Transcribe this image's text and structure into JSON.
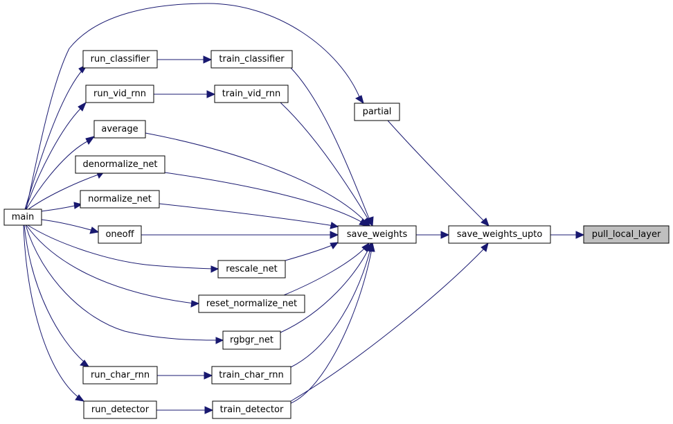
{
  "graph": {
    "colors": {
      "edge": "#191970",
      "node_border": "#000000",
      "highlight_fill": "#bfbfbf"
    },
    "nodes": {
      "main": "main",
      "run_classifier": "run_classifier",
      "train_classifier": "train_classifier",
      "run_vid_rnn": "run_vid_rnn",
      "train_vid_rnn": "train_vid_rnn",
      "partial": "partial",
      "average": "average",
      "denormalize_net": "denormalize_net",
      "normalize_net": "normalize_net",
      "oneoff": "oneoff",
      "save_weights": "save_weights",
      "save_weights_upto": "save_weights_upto",
      "pull_local_layer": "pull_local_layer",
      "rescale_net": "rescale_net",
      "reset_normalize_net": "reset_normalize_net",
      "rgbgr_net": "rgbgr_net",
      "run_char_rnn": "run_char_rnn",
      "train_char_rnn": "train_char_rnn",
      "run_detector": "run_detector",
      "train_detector": "train_detector"
    },
    "highlighted": "pull_local_layer",
    "edges": [
      {
        "from": "main",
        "to": "run_classifier"
      },
      {
        "from": "main",
        "to": "run_vid_rnn"
      },
      {
        "from": "main",
        "to": "average"
      },
      {
        "from": "main",
        "to": "denormalize_net"
      },
      {
        "from": "main",
        "to": "normalize_net"
      },
      {
        "from": "main",
        "to": "oneoff"
      },
      {
        "from": "main",
        "to": "rescale_net"
      },
      {
        "from": "main",
        "to": "reset_normalize_net"
      },
      {
        "from": "main",
        "to": "rgbgr_net"
      },
      {
        "from": "main",
        "to": "run_char_rnn"
      },
      {
        "from": "main",
        "to": "run_detector"
      },
      {
        "from": "main",
        "to": "partial"
      },
      {
        "from": "run_classifier",
        "to": "train_classifier"
      },
      {
        "from": "run_vid_rnn",
        "to": "train_vid_rnn"
      },
      {
        "from": "run_char_rnn",
        "to": "train_char_rnn"
      },
      {
        "from": "run_detector",
        "to": "train_detector"
      },
      {
        "from": "train_classifier",
        "to": "save_weights"
      },
      {
        "from": "train_vid_rnn",
        "to": "save_weights"
      },
      {
        "from": "average",
        "to": "save_weights"
      },
      {
        "from": "denormalize_net",
        "to": "save_weights"
      },
      {
        "from": "normalize_net",
        "to": "save_weights"
      },
      {
        "from": "oneoff",
        "to": "save_weights"
      },
      {
        "from": "rescale_net",
        "to": "save_weights"
      },
      {
        "from": "reset_normalize_net",
        "to": "save_weights"
      },
      {
        "from": "rgbgr_net",
        "to": "save_weights"
      },
      {
        "from": "train_char_rnn",
        "to": "save_weights"
      },
      {
        "from": "train_detector",
        "to": "save_weights"
      },
      {
        "from": "partial",
        "to": "save_weights_upto"
      },
      {
        "from": "save_weights",
        "to": "save_weights_upto"
      },
      {
        "from": "train_detector",
        "to": "save_weights_upto"
      },
      {
        "from": "save_weights_upto",
        "to": "pull_local_layer"
      }
    ]
  }
}
